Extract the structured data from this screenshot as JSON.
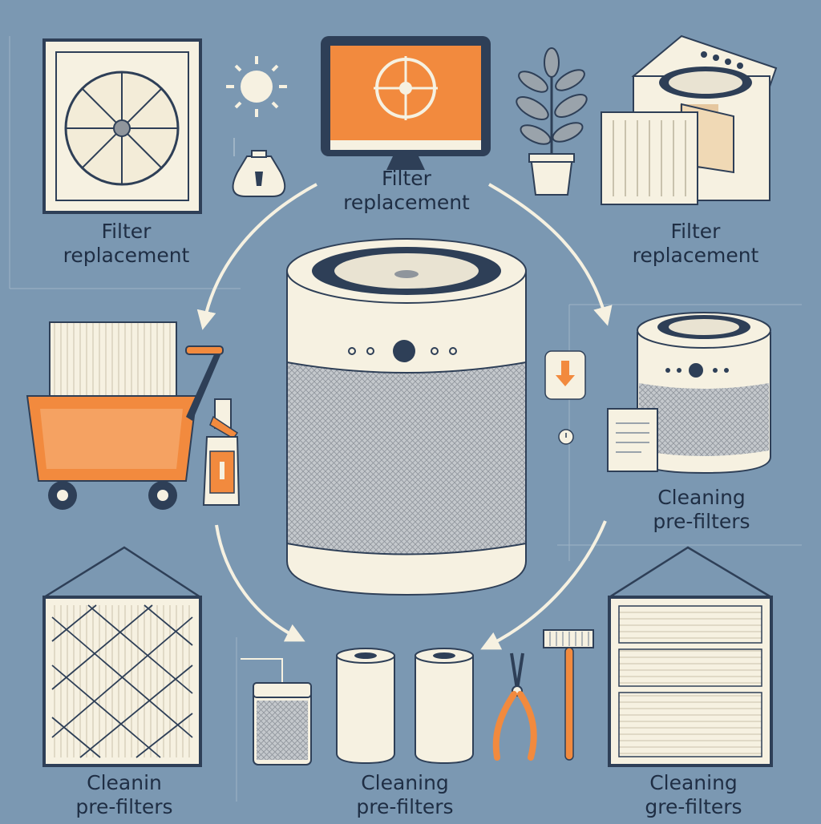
{
  "colors": {
    "background": "#7b98b2",
    "cream": "#f6f1e1",
    "outline": "#2e3f57",
    "accent_orange": "#f28a3e",
    "mesh_gray": "#b9bec4",
    "label_text": "#1f2e44"
  },
  "labels": {
    "top_center": [
      "Filter",
      "replacement"
    ],
    "top_left": [
      "Filter",
      "replacement"
    ],
    "top_right": [
      "Filter",
      "replacement"
    ],
    "mid_right": [
      "Cleaning",
      "pre-filters"
    ],
    "bottom_left": [
      "Cleanin",
      "pre-filters"
    ],
    "bottom_center": [
      "Cleaning",
      "pre-filters"
    ],
    "bottom_right": [
      "Cleaning",
      "gre-filters"
    ]
  },
  "icons": [
    "wall-fan-filter-icon",
    "sun-icon",
    "fan-screen-monitor-icon",
    "potted-plant-icon",
    "sack-icon",
    "purifier-drawer-icon",
    "pleated-filter-cart-icon",
    "spray-bottle-icon",
    "central-air-purifier-icon",
    "small-air-purifier-icon",
    "document-icon",
    "diamond-grid-filter-icon",
    "framed-pleated-filter-icon",
    "filter-cartridge-icon",
    "vacuum-filter-canister-icon",
    "pliers-icon",
    "brush-icon",
    "cycle-arrow-icon"
  ]
}
